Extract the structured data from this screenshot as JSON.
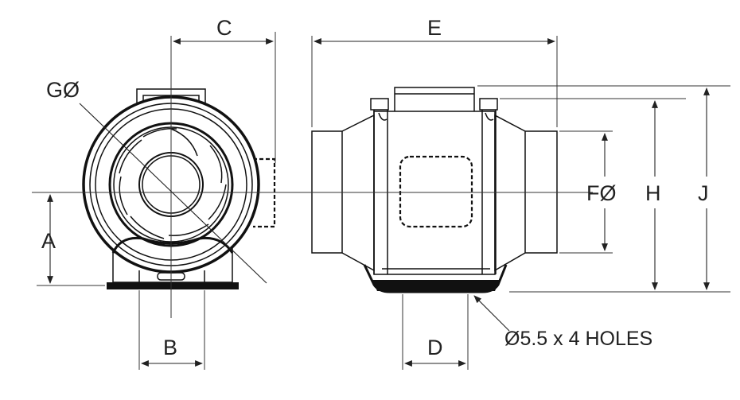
{
  "labels": {
    "A": "A",
    "B": "B",
    "C": "C",
    "D": "D",
    "E": "E",
    "F": "FØ",
    "G": "GØ",
    "H": "H",
    "J": "J",
    "holes": "Ø5.5 x 4 HOLES"
  }
}
